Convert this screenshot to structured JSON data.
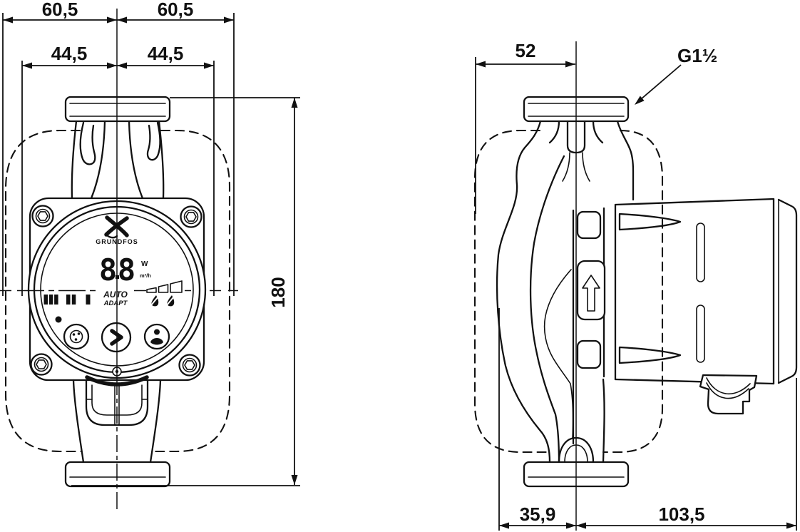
{
  "drawing": {
    "type": "technical-dimension-drawing",
    "subject": "circulator-pump two-view outline drawing",
    "views": {
      "front": {
        "dimensions": {
          "width_left_outer": "60,5",
          "width_right_outer": "60,5",
          "width_left_inner": "44,5",
          "width_right_inner": "44,5",
          "height_total": "180"
        },
        "control_panel": {
          "brand": "GRUNDFOS",
          "display_digits": "88",
          "unit_power": "W",
          "unit_flow": "m³/h",
          "mode_line1": "AUTO",
          "mode_line2": "ADAPT",
          "indicator_bar_groups": [
            3,
            2,
            1
          ],
          "ramp_steps": 3,
          "droplet_icons": 2,
          "buttons": [
            "display-button",
            "mode-button",
            "pump-button"
          ]
        }
      },
      "side": {
        "dimensions": {
          "depth_center_to_front": "52",
          "connection_thread": "G1½",
          "depth_rear_of_center": "35,9",
          "depth_front_of_center": "103,5"
        }
      }
    },
    "colors": {
      "line": "#111111",
      "background": "#ffffff"
    }
  }
}
